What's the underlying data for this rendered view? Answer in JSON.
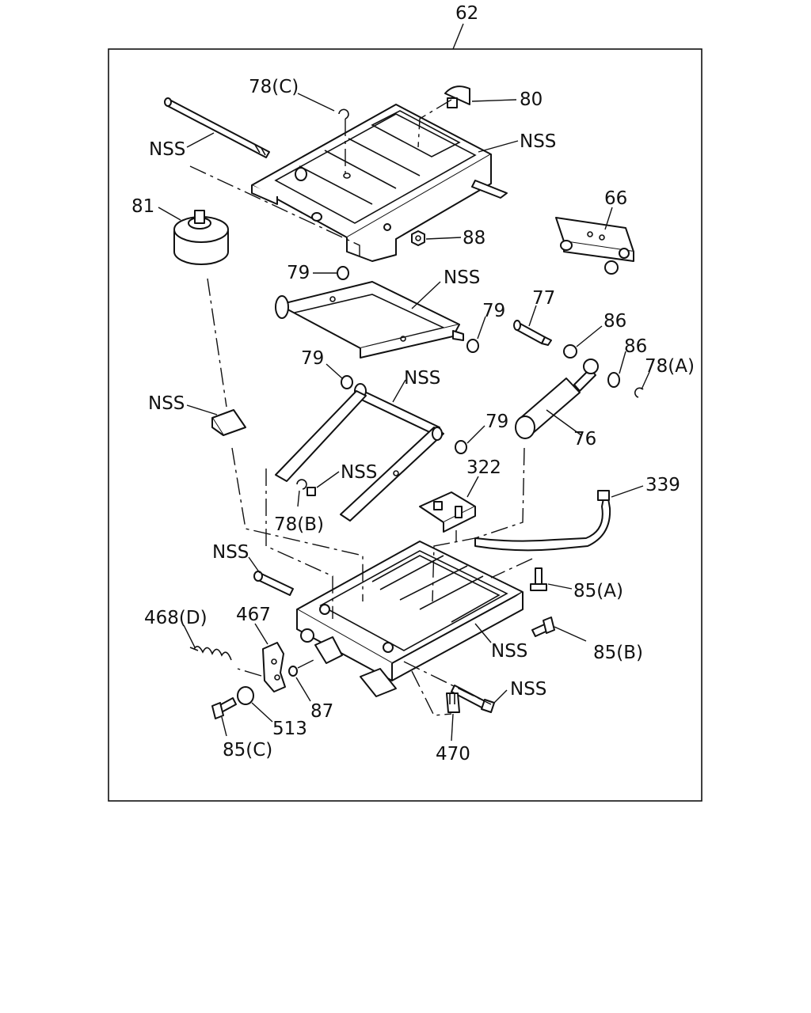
{
  "diagram": {
    "assembly_label": "62",
    "labels": {
      "l_78c": "78(C)",
      "l_80": "80",
      "l_nss_rod_top": "NSS",
      "l_nss_frame_top": "NSS",
      "l_81": "81",
      "l_66": "66",
      "l_88": "88",
      "l_79_a": "79",
      "l_nss_arm_upper": "NSS",
      "l_77": "77",
      "l_79_b": "79",
      "l_86_a": "86",
      "l_86_b": "86",
      "l_78a": "78(A)",
      "l_79_c": "79",
      "l_nss_arm_lower": "NSS",
      "l_nss_bracket": "NSS",
      "l_79_d": "79",
      "l_76": "76",
      "l_322": "322",
      "l_nss_pin": "NSS",
      "l_339": "339",
      "l_78b": "78(B)",
      "l_nss_bolt_left": "NSS",
      "l_85a": "85(A)",
      "l_468d": "468(D)",
      "l_467": "467",
      "l_nss_base": "NSS",
      "l_85b": "85(B)",
      "l_nss_rod_bottom": "NSS",
      "l_87": "87",
      "l_513": "513",
      "l_85c": "85(C)",
      "l_470": "470"
    }
  }
}
